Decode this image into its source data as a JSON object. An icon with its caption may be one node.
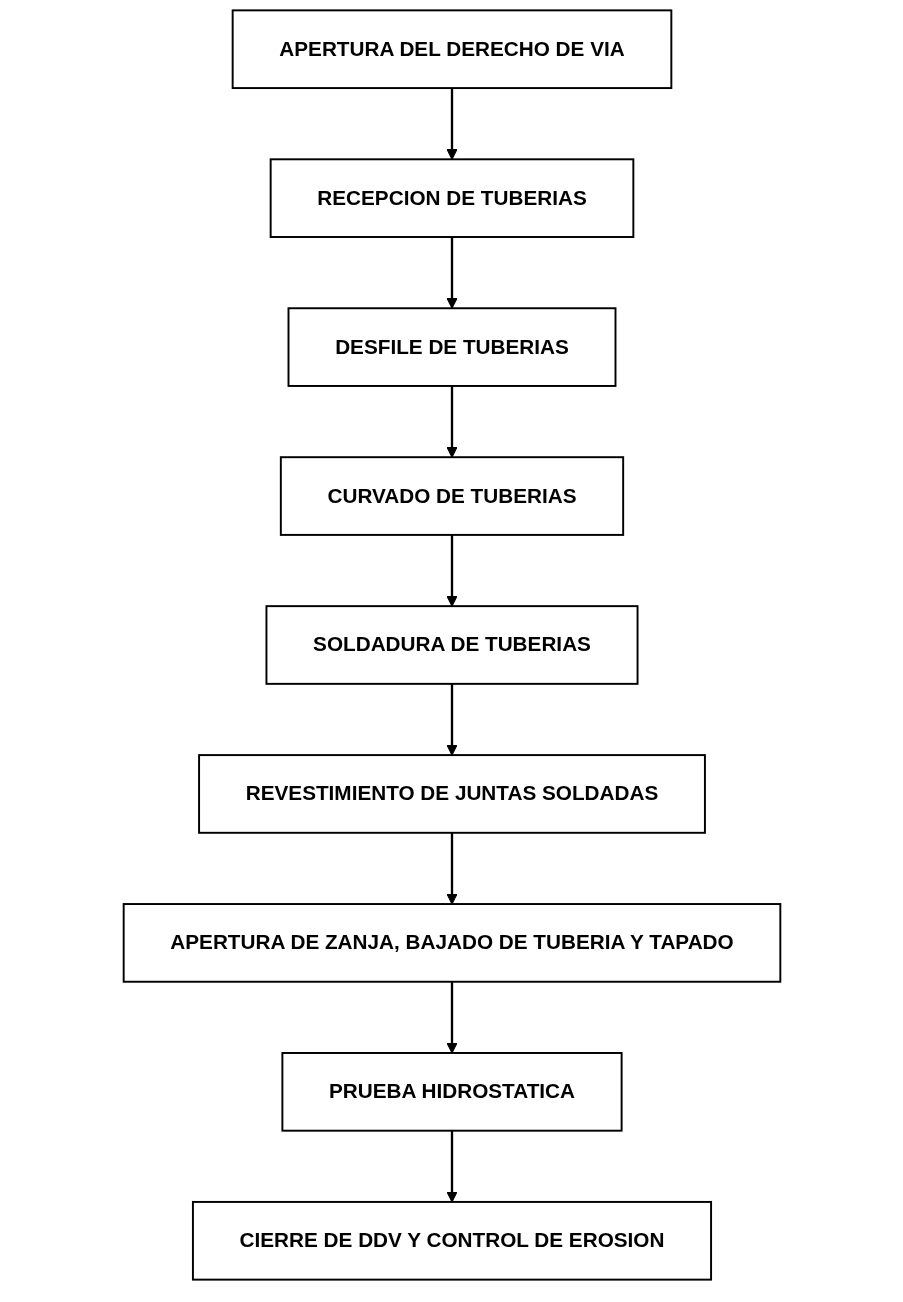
{
  "diagram": {
    "nodes": [
      {
        "text": [
          "APERTURA DEL DERECHO DE VIA"
        ]
      },
      {
        "text": [
          "RECEPCION DE TUBERIAS"
        ]
      },
      {
        "text": [
          "DESFILE DE TUBERIAS"
        ]
      },
      {
        "text": [
          "CURVADO DE TUBERIAS"
        ]
      },
      {
        "text": [
          "SOLDADURA DE TUBERIAS"
        ]
      },
      {
        "text": [
          "REVESTIMIENTO DE JUNTAS SOLDADAS"
        ]
      },
      {
        "text": [
          "APERTURA DE ZANJA, BAJADO DE TUBERIA Y TAPADO"
        ]
      },
      {
        "text": [
          "PRUEBA HIDROSTATICA"
        ]
      },
      {
        "text": [
          "CIERRE DE DDV Y CONTROL DE EROSION"
        ]
      }
    ],
    "edges": [
      {
        "from": 0,
        "to": 1,
        "arrow": "to"
      },
      {
        "from": 1,
        "to": 2,
        "arrow": "to"
      },
      {
        "from": 2,
        "to": 3,
        "arrow": "to"
      },
      {
        "from": 3,
        "to": 4,
        "arrow": "to"
      },
      {
        "from": 4,
        "to": 5,
        "arrow": "to"
      },
      {
        "from": 5,
        "to": 6,
        "arrow": "to"
      },
      {
        "from": 6,
        "to": 7,
        "arrow": "to"
      },
      {
        "from": 7,
        "to": 8,
        "arrow": "to"
      }
    ]
  }
}
